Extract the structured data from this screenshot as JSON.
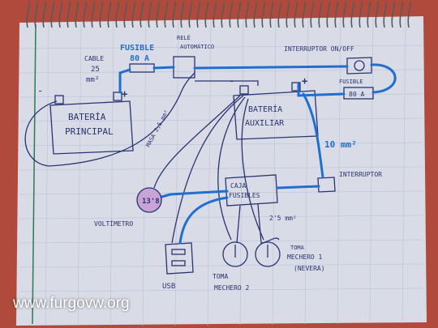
{
  "diagram": {
    "labels": {
      "cable_line1": "CABLE",
      "cable_line2": "25",
      "cable_line3": "mm²",
      "fuse_main_line1": "FUSIBLE",
      "fuse_main_line2": "80 A",
      "relay_line1": "RELÉ",
      "relay_line2": "AUTOMÁTICO",
      "switch_onoff": "INTERRUPTOR ON/OFF",
      "fuse_aux_line1": "FUSIBLE",
      "fuse_aux_value": "80 A",
      "battery_main_line1": "BATERÍA",
      "battery_main_line2": "PRINCIPAL",
      "battery_aux_line1": "BATERÍA",
      "battery_aux_line2": "AUXILIAR",
      "ground": "MASA 2,5 mm²",
      "wire_10": "10 mm²",
      "switch": "INTERRUPTOR",
      "fusebox_line1": "CAJA",
      "fusebox_line2": "FUSIBLES",
      "voltmeter_value": "13'8",
      "voltmeter": "VOLTÍMETRO",
      "wire_25": "2'5 mm²",
      "socket1_line1": "TOMA",
      "socket1_line2": "MECHERO 1",
      "socket1_line3": "(NEVERA)",
      "usb": "USB",
      "socket2_line1": "TOMA",
      "socket2_line2": "MECHERO 2",
      "plus": "+",
      "minus": "-"
    },
    "colors": {
      "paper": "#d9dbe6",
      "ink": "#2a3470",
      "wire_blue": "#1f6fd0",
      "voltmeter_fill": "#c9a3d6",
      "background": "#b04a3c"
    }
  },
  "watermark": "www.furgovw.org"
}
